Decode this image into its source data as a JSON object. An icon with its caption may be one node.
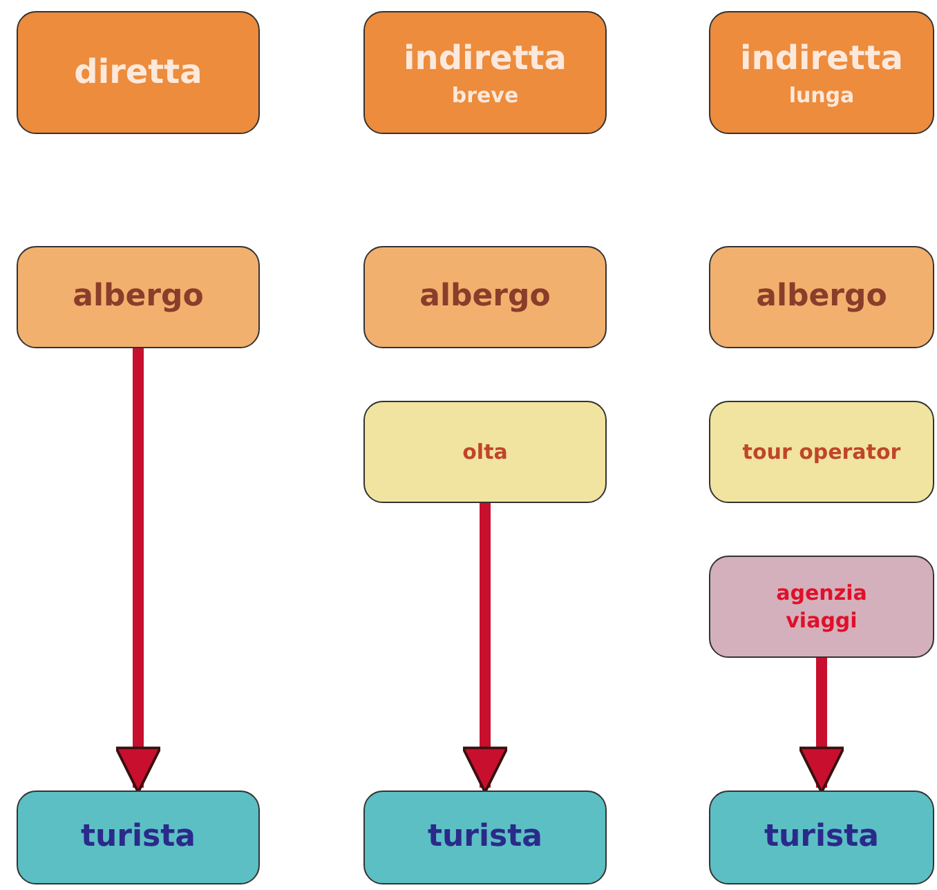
{
  "diagram": {
    "nodes": [
      {
        "text": [
          "diretta"
        ]
      },
      {
        "text": [
          "indiretta",
          "breve"
        ]
      },
      {
        "text": [
          "indiretta",
          "lunga"
        ]
      },
      {
        "text": [
          "albergo"
        ]
      },
      {
        "text": [
          "albergo"
        ]
      },
      {
        "text": [
          "albergo"
        ]
      },
      {
        "text": [
          "olta"
        ]
      },
      {
        "text": [
          "tour operator"
        ]
      },
      {
        "text": [
          "agenzia viaggi"
        ]
      },
      {
        "text": [
          "turista"
        ]
      },
      {
        "text": [
          "turista"
        ]
      },
      {
        "text": [
          "turista"
        ]
      }
    ],
    "edges": [
      {
        "from": 3,
        "to": 9,
        "arrow": "to"
      },
      {
        "from": 6,
        "to": 10,
        "arrow": "to"
      },
      {
        "from": 8,
        "to": 11,
        "arrow": "to"
      }
    ]
  }
}
